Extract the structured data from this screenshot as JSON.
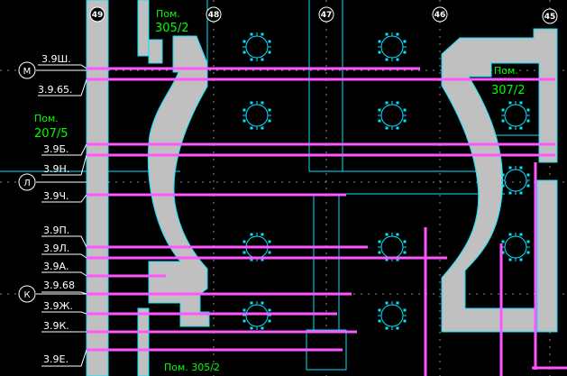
{
  "axes_top": [
    "49",
    "48",
    "47",
    "46",
    "45"
  ],
  "axes_left": [
    "М",
    "Л",
    "К"
  ],
  "rooms": {
    "top_left_caption": "Пом.",
    "top_left_number": "305/2",
    "left_caption": "Пом.",
    "left_number": "207/5",
    "right_caption": "Пом.",
    "right_number": "307/2",
    "bottom": "Пом. 305/2"
  },
  "pipe_labels": [
    "3.9Ш.",
    "3.9.65.",
    "3.9Б.",
    "3.9Н.",
    "3.9Ч.",
    "3.9П.",
    "3.9Л.",
    "3.9А.",
    "3.9.68",
    "3.9Ж.",
    "3.9К.",
    "3.9Е."
  ],
  "colors": {
    "background": "#000000",
    "wall": "#c0c0c0",
    "outline": "#00e5ff",
    "pipe": "#ff55ff",
    "room_text": "#00ff00",
    "label_text": "#ffffff"
  },
  "icons": [
    "column-circle-icon"
  ]
}
